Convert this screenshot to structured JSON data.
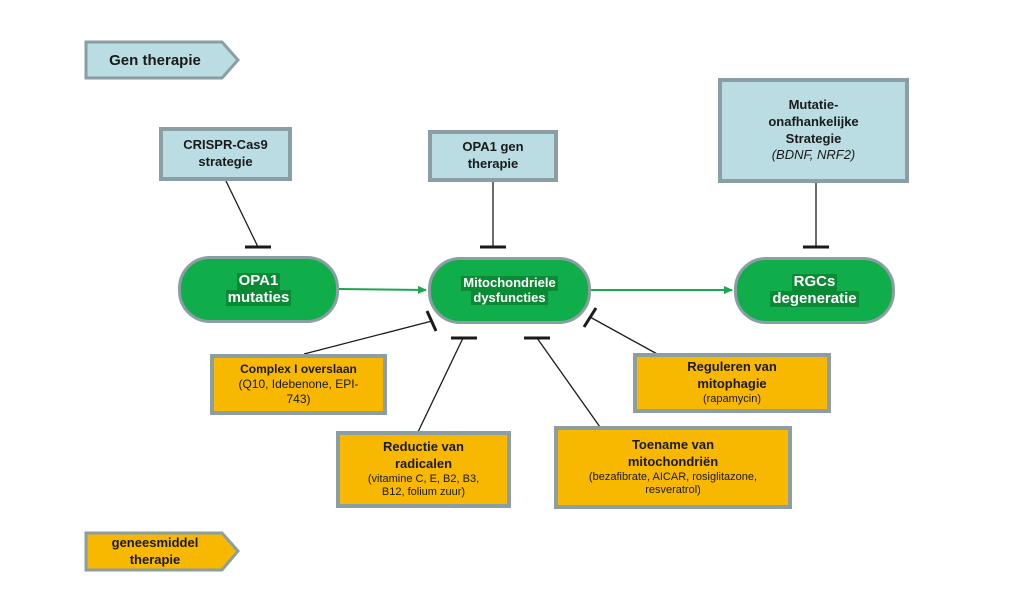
{
  "tags": {
    "gene": "Gen therapie",
    "drug_line1": "geneesmiddel",
    "drug_line2": "therapie"
  },
  "gene_boxes": {
    "crispr": {
      "line1": "CRISPR-Cas9",
      "line2": "strategie"
    },
    "opa1_gene": {
      "line1": "OPA1 gen",
      "line2": "therapie"
    },
    "independent": {
      "line1": "Mutatie-",
      "line2": "onafhankelijke",
      "line3": "Strategie",
      "detail": "(BDNF, NRF2)"
    }
  },
  "pathway": {
    "opa1": {
      "line1": "OPA1",
      "line2": "mutaties"
    },
    "mito": {
      "line1": "Mitochondriele",
      "line2": "dysfuncties"
    },
    "rgc": {
      "line1": "RGCs",
      "line2": "degeneratie"
    }
  },
  "drug_boxes": {
    "complex": {
      "title": "Complex I overslaan",
      "detail1": "(Q10, Idebenone, EPI-",
      "detail2": "743)"
    },
    "radical": {
      "title1": "Reductie van",
      "title2": "radicalen",
      "detail1": "(vitamine C, E, B2, B3,",
      "detail2": "B12, folium zuur)"
    },
    "mitophagy": {
      "title1": "Reguleren van",
      "title2": "mitophagie",
      "detail": "(rapamycin)"
    },
    "biogenesis": {
      "title1": "Toename van",
      "title2": "mitochondriën",
      "detail1": "(bezafibrate, AICAR, rosiglitazone,",
      "detail2": "resveratrol)"
    }
  },
  "colors": {
    "gene_box": "#b9dde3",
    "drug_box": "#f8b800",
    "pathway_node": "#0fae4b",
    "arrow": "#1aa84f",
    "inhibitor": "#1a1a1a"
  }
}
